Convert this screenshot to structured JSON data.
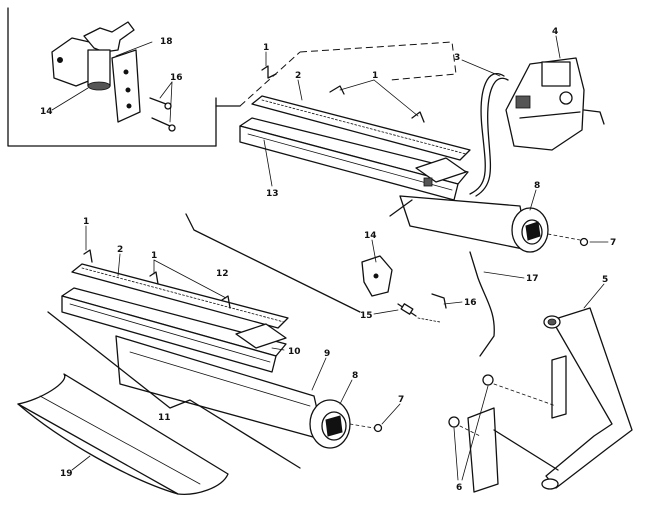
{
  "diagram": {
    "callouts": {
      "c1_inset_top": "1",
      "c2_upper": "2",
      "c1_upper": "1",
      "c3": "3",
      "c4": "4",
      "c18": "18",
      "c14_inset": "14",
      "c16_inset": "16",
      "c13": "13",
      "c8_upper": "8",
      "c7_upper": "7",
      "c12": "12",
      "c14_mid": "14",
      "c17": "17",
      "c16_mid": "16",
      "c15": "15",
      "c5": "5",
      "c1_lower_left": "1",
      "c2_lower": "2",
      "c1_lower": "1",
      "c10": "10",
      "c9": "9",
      "c8_lower": "8",
      "c7_lower": "7",
      "c11": "11",
      "c19": "19",
      "c6": "6"
    }
  }
}
